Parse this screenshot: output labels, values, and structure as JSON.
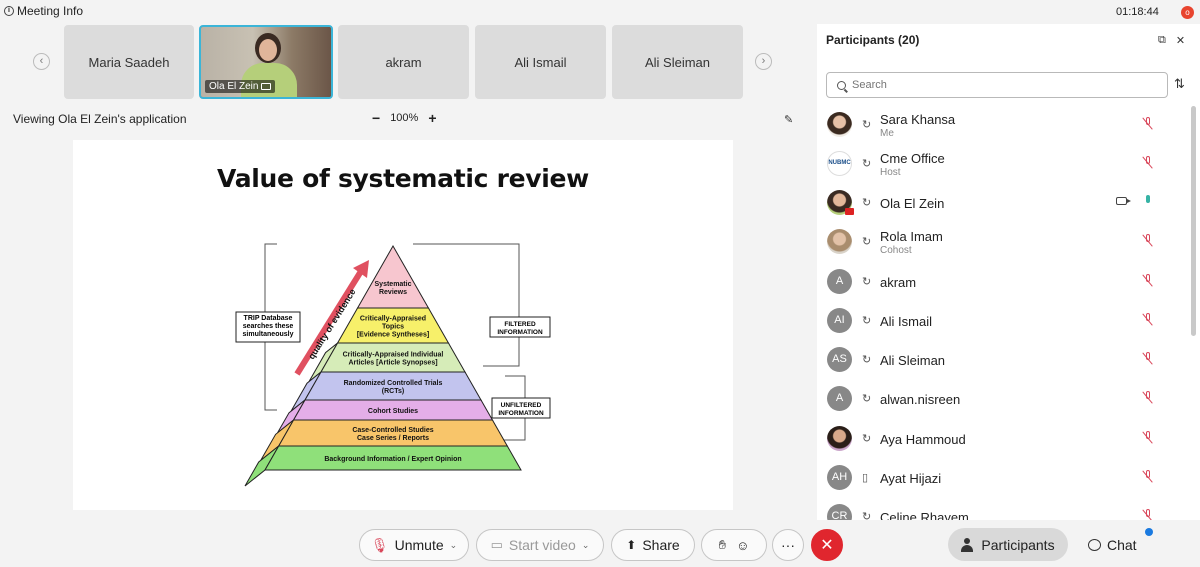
{
  "topbar": {
    "meeting_info": "Meeting Info",
    "timer": "01:18:44",
    "rec_badge": "o"
  },
  "video_strip": {
    "prev_arrow": "‹",
    "next_arrow": "›",
    "tiles": [
      {
        "name": "Maria Saadeh"
      },
      {
        "name": "Ola El Zein"
      },
      {
        "name": "akram"
      },
      {
        "name": "Ali Ismail"
      },
      {
        "name": "Ali Sleiman"
      }
    ]
  },
  "share_bar": {
    "viewing_text": "Viewing Ola El Zein's application",
    "zoom_minus": "−",
    "zoom_level": "100%",
    "zoom_plus": "+"
  },
  "slide": {
    "title": "Value of systematic review",
    "left_box": [
      "TRIP Database",
      "searches these",
      "simultaneously"
    ],
    "right_box_top": [
      "FILTERED",
      "INFORMATION"
    ],
    "right_box_bottom": [
      "UNFILTERED",
      "INFORMATION"
    ],
    "arrow_label": "quality of evidence",
    "levels": [
      {
        "lines": [
          "Systematic",
          "Reviews"
        ],
        "color": "#f7c6cf"
      },
      {
        "lines": [
          "Critically-Appraised",
          "Topics",
          "[Evidence Syntheses]"
        ],
        "color": "#f7f06a"
      },
      {
        "lines": [
          "Critically-Appraised Individual",
          "Articles [Article Synopses]"
        ],
        "color": "#d6ecb8"
      },
      {
        "lines": [
          "Randomized Controlled Trials",
          "(RCTs)"
        ],
        "color": "#c2c4ee"
      },
      {
        "lines": [
          "Cohort Studies"
        ],
        "color": "#e4aee8"
      },
      {
        "lines": [
          "Case-Controlled Studies",
          "Case Series / Reports"
        ],
        "color": "#f8c56a"
      },
      {
        "lines": [
          "Background Information / Expert Opinion"
        ],
        "color": "#8fe07a"
      }
    ]
  },
  "toolbar": {
    "unmute": "Unmute",
    "start_video": "Start video",
    "share": "Share",
    "more": "···",
    "end": "✕"
  },
  "panel": {
    "title": "Participants (20)",
    "search_placeholder": "Search",
    "participants": [
      {
        "name": "Sara Khansa",
        "role": "Me",
        "avatar": "",
        "avatar_style": "photo1",
        "mic": "muted"
      },
      {
        "name": "Cme Office",
        "role": "Host",
        "avatar": "NUBMC",
        "avatar_style": "photo2",
        "mic": "muted"
      },
      {
        "name": "Ola El Zein",
        "role": "",
        "avatar": "",
        "avatar_style": "photo3",
        "mic": "on",
        "video": true,
        "sharing": true
      },
      {
        "name": "Rola Imam",
        "role": "Cohost",
        "avatar": "",
        "avatar_style": "photo4",
        "mic": "muted"
      },
      {
        "name": "akram",
        "role": "",
        "avatar": "A",
        "avatar_style": "initial",
        "mic": "muted"
      },
      {
        "name": "Ali Ismail",
        "role": "",
        "avatar": "AI",
        "avatar_style": "initial",
        "mic": "muted"
      },
      {
        "name": "Ali Sleiman",
        "role": "",
        "avatar": "AS",
        "avatar_style": "initial",
        "mic": "muted"
      },
      {
        "name": "alwan.nisreen",
        "role": "",
        "avatar": "A",
        "avatar_style": "initial",
        "mic": "muted"
      },
      {
        "name": "Aya Hammoud",
        "role": "",
        "avatar": "",
        "avatar_style": "photo5",
        "mic": "muted"
      },
      {
        "name": "Ayat Hijazi",
        "role": "",
        "avatar": "AH",
        "avatar_style": "initial",
        "mic": "muted",
        "phone": true
      },
      {
        "name": "Celine Rhayem",
        "role": "",
        "avatar": "CR",
        "avatar_style": "initial",
        "mic": "muted"
      }
    ]
  },
  "tabs": {
    "participants": "Participants",
    "chat": "Chat"
  },
  "colors": {
    "accent": "#3bb5d8",
    "end_call": "#e0262e",
    "muted_mic": "#d9475a",
    "active_mic": "#36b3a5",
    "notify": "#1a7ae0"
  }
}
